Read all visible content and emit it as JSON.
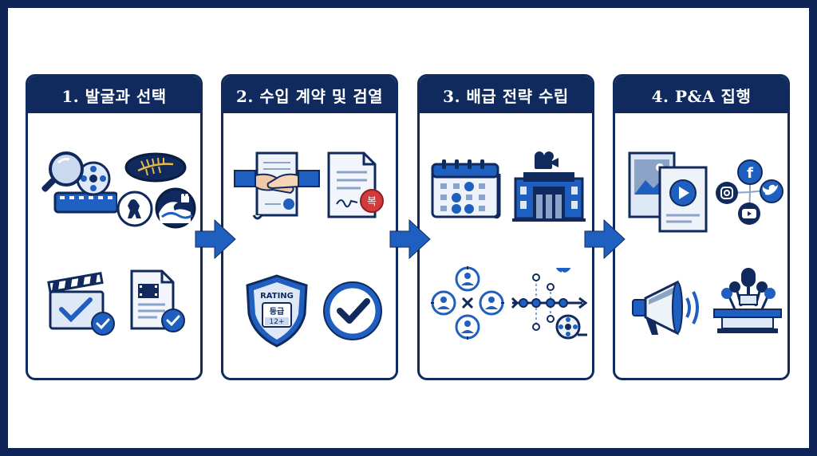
{
  "steps": [
    {
      "title": "1. 발굴과 선택"
    },
    {
      "title": "2. 수입 계약 및 검열"
    },
    {
      "title": "3. 배급 전략 수립"
    },
    {
      "title": "4. P&A 집행"
    }
  ],
  "badges": {
    "rating_text": "RATING",
    "rating_grade": "등급",
    "rating_age": "12+",
    "seal_text": "복"
  },
  "colors": {
    "navy": "#102a5e",
    "blue": "#1f5fbf",
    "light_blue": "#dfe8f6",
    "red": "#d23b3b"
  }
}
